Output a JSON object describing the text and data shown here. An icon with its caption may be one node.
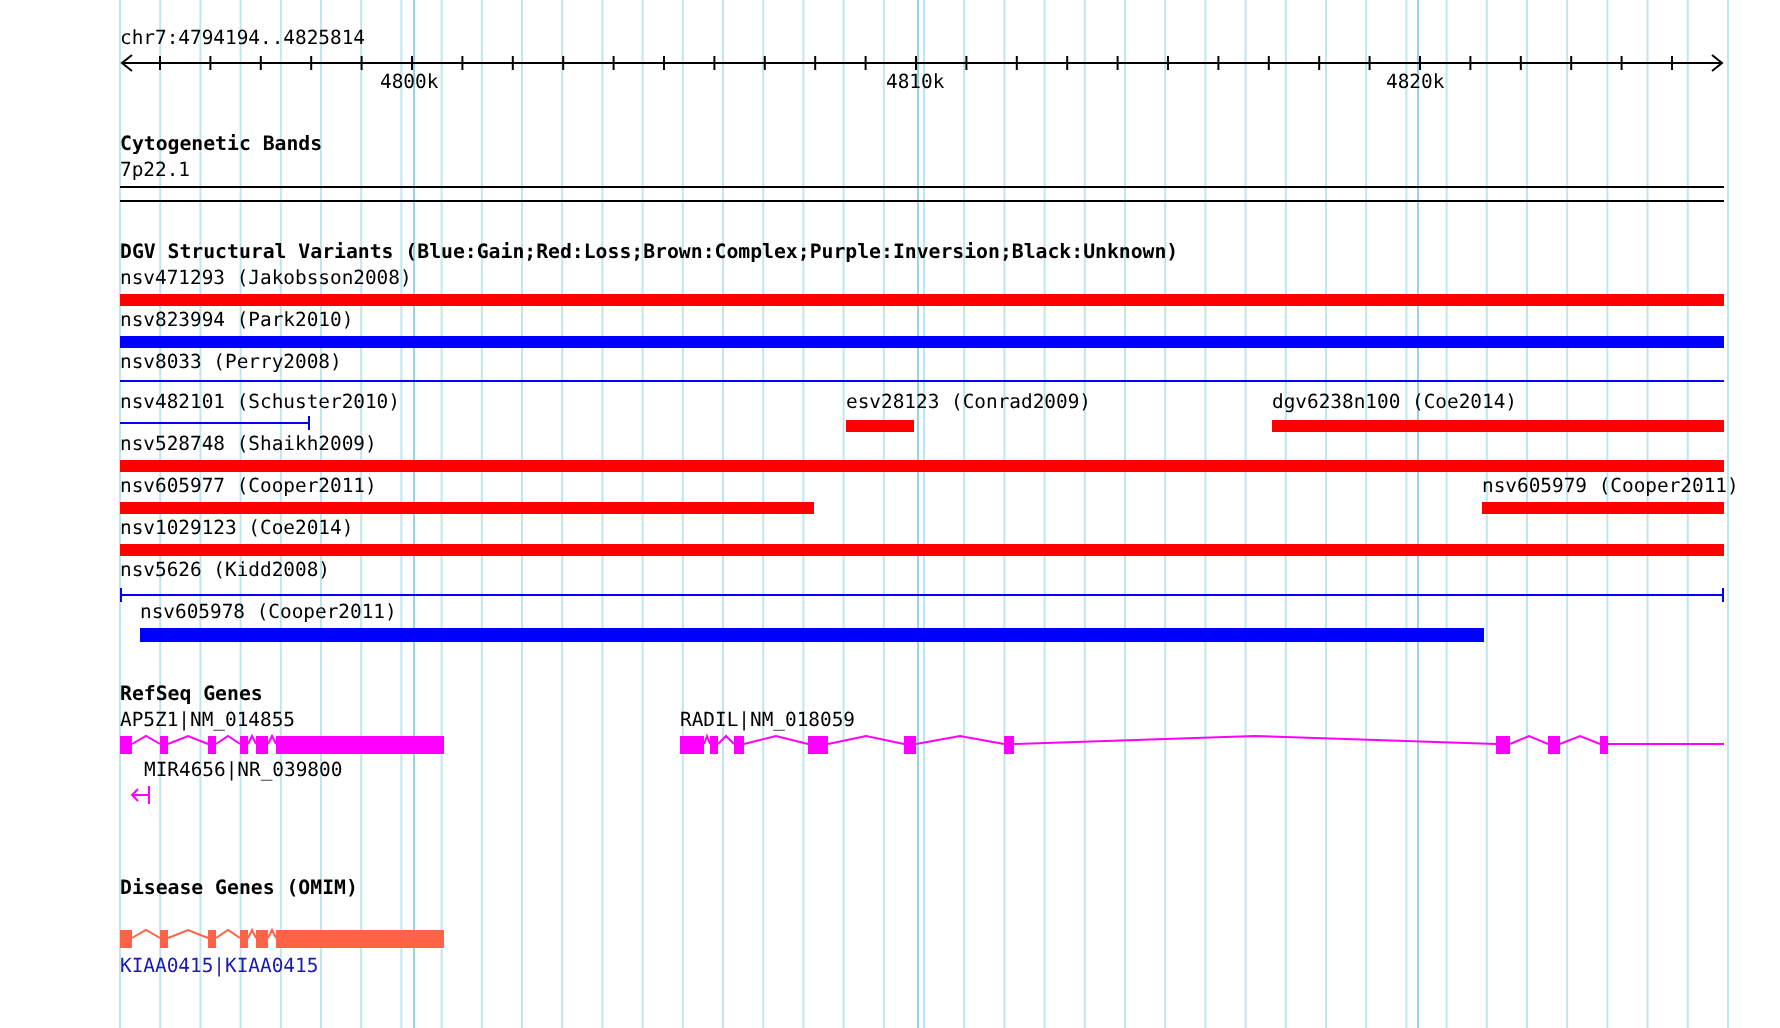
{
  "diagram": {
    "labels": [
      "chr7:4794194..4825814",
      "4800k",
      "4810k",
      "4820k",
      "Cytogenetic Bands",
      "7p22.1",
      "DGV Structural Variants (Blue:Gain;Red:Loss;Brown:Complex;Purple:Inversion;Black:Unknown)",
      "nsv471293 (Jakobsson2008)",
      "nsv823994 (Park2010)",
      "nsv8033 (Perry2008)",
      "nsv482101 (Schuster2010)",
      "esv28123 (Conrad2009)",
      "dgv6238n100 (Coe2014)",
      "nsv528748 (Shaikh2009)",
      "nsv605977 (Cooper2011)",
      "nsv605979 (Cooper2011)",
      "nsv1029123 (Coe2014)",
      "nsv5626 (Kidd2008)",
      "nsv605978 (Cooper2011)",
      "RefSeq Genes",
      "AP5Z1|NM_014855",
      "RADIL|NM_018059",
      "MIR4656|NR_039800",
      "Disease Genes (OMIM)",
      "KIAA0415|KIAA0415"
    ]
  }
}
